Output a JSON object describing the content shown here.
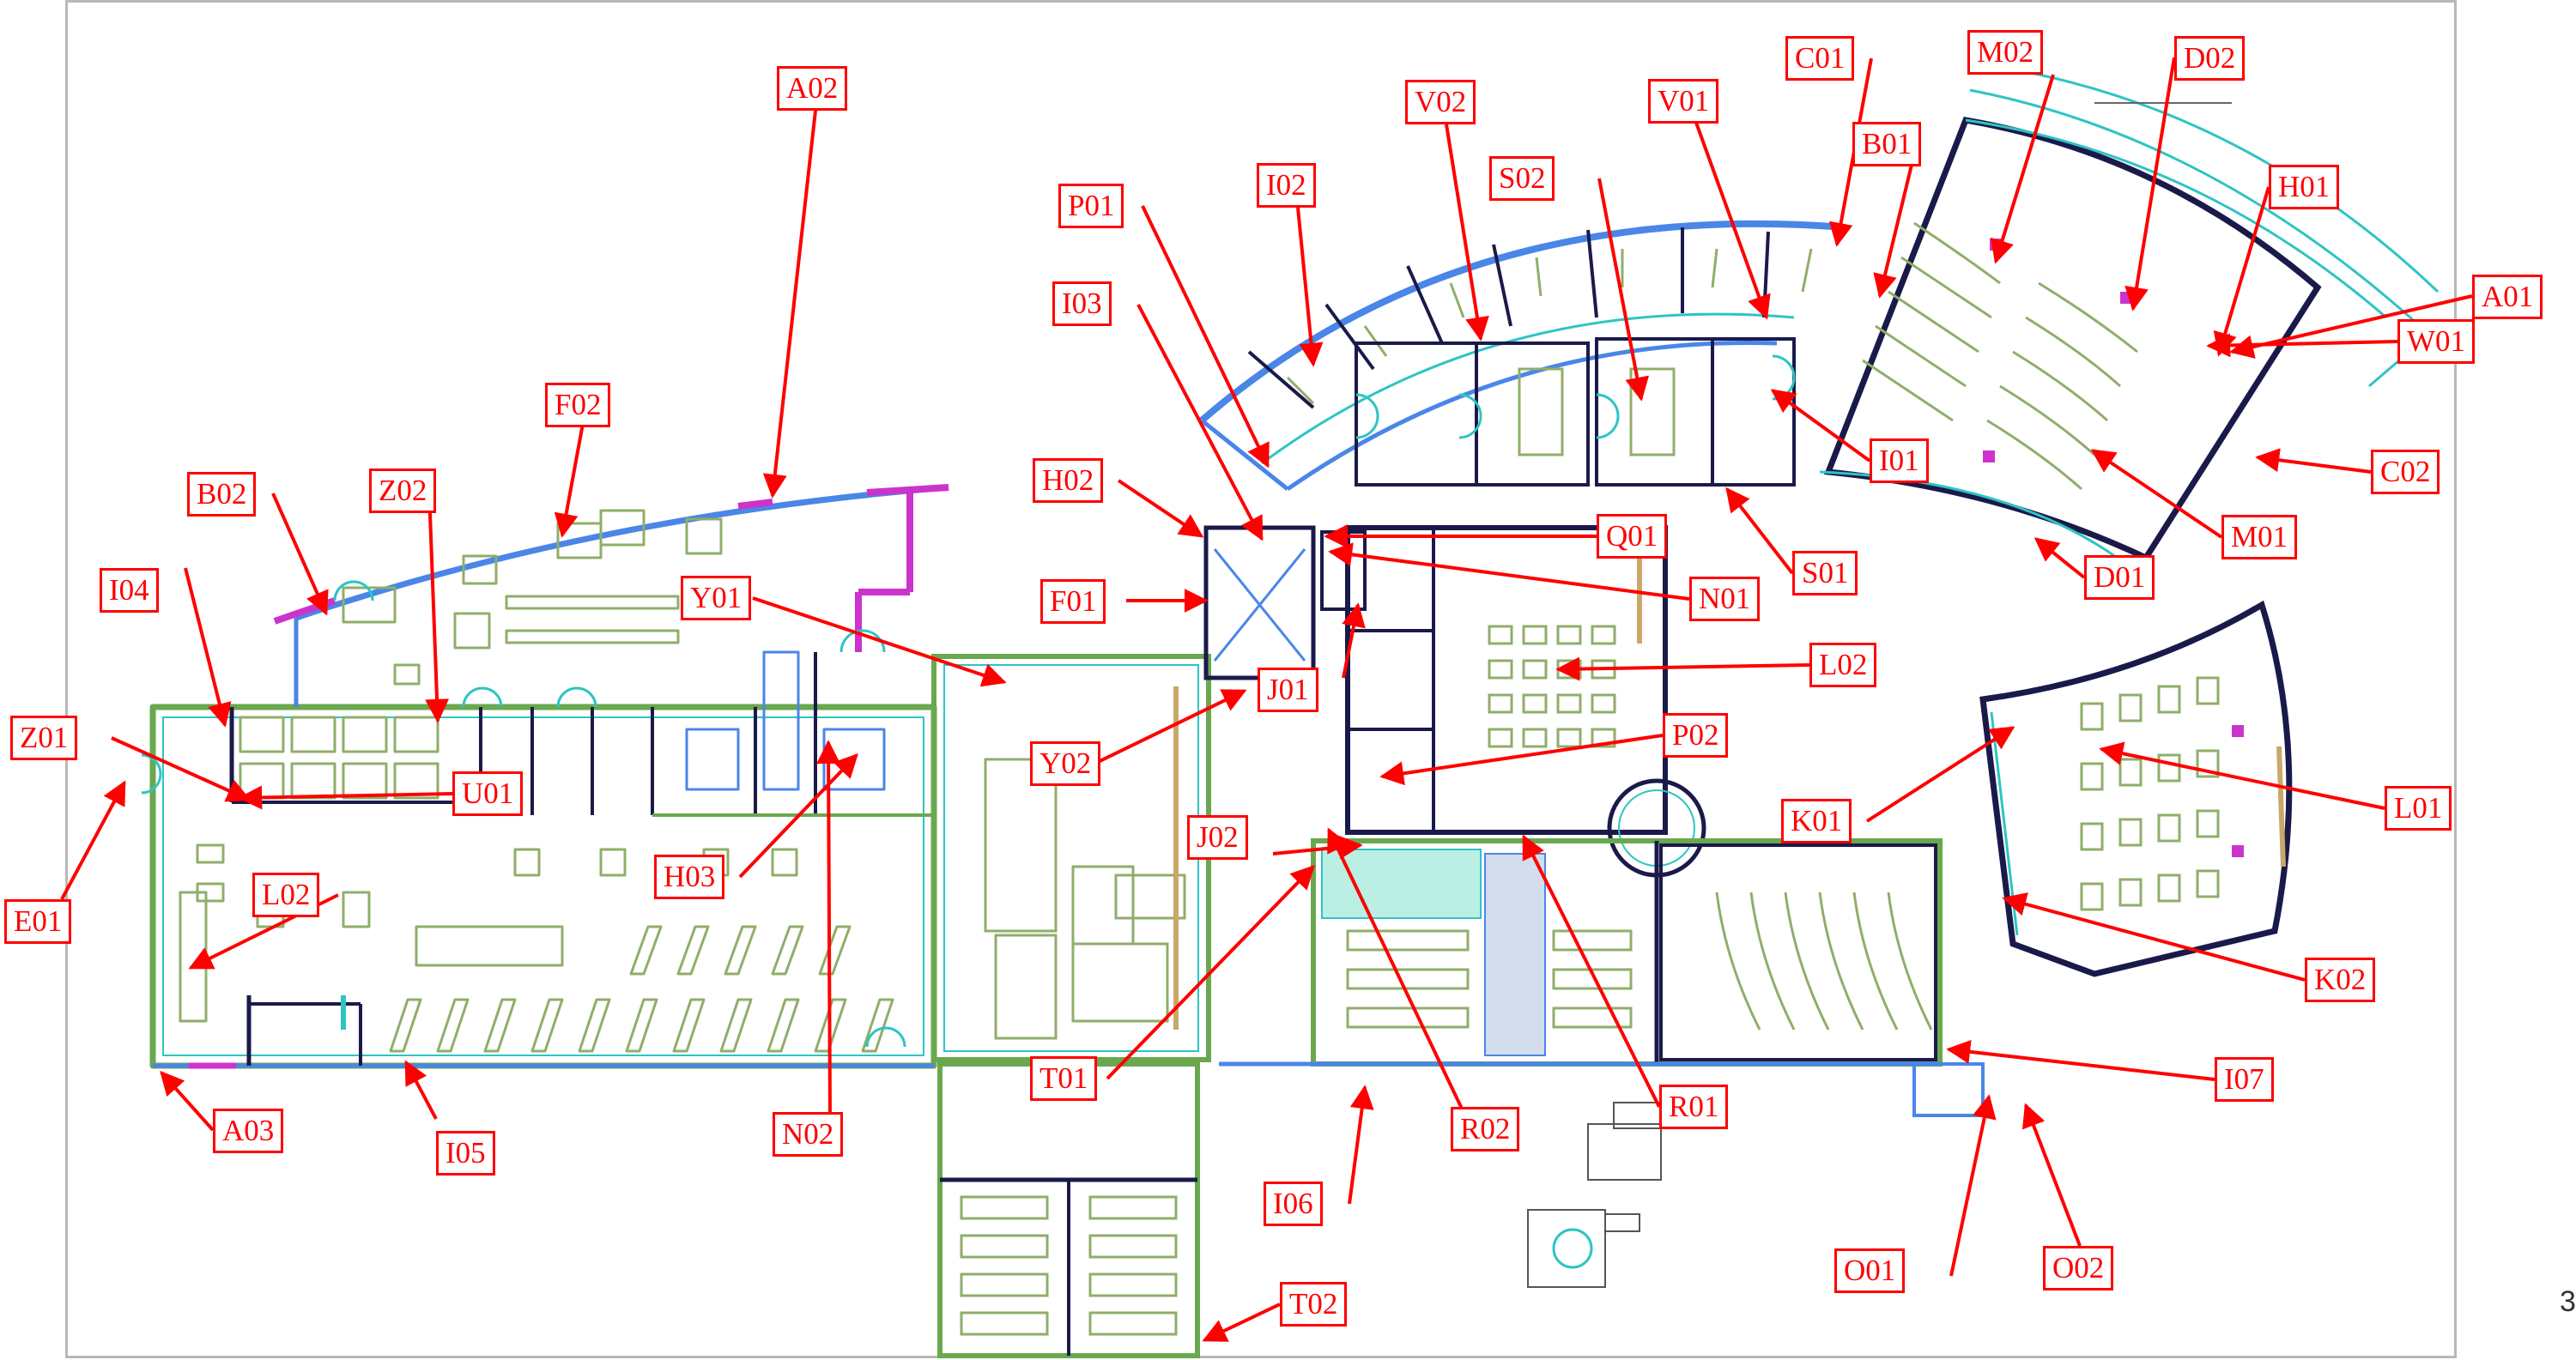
{
  "diagram": {
    "callouts": [
      "A01",
      "A02",
      "A03",
      "B01",
      "B02",
      "C01",
      "C02",
      "D01",
      "D02",
      "E01",
      "F01",
      "F02",
      "H01",
      "H02",
      "H03",
      "I01",
      "I02",
      "I03",
      "I04",
      "I05",
      "I06",
      "I07",
      "J01",
      "J02",
      "K01",
      "K02",
      "L01",
      "L02",
      "L02",
      "M01",
      "M02",
      "N01",
      "N02",
      "O01",
      "O02",
      "P01",
      "P02",
      "Q01",
      "R01",
      "R02",
      "S01",
      "S02",
      "T01",
      "T02",
      "U01",
      "V01",
      "V02",
      "W01",
      "Y01",
      "Y02",
      "Z01",
      "Z02"
    ],
    "edge_glyph": "3"
  },
  "colors": {
    "callout": "#ff0000",
    "wall_teal": "#2ec4c4",
    "wall_green": "#6aa84f",
    "wall_blue": "#4a86e8",
    "wall_magenta": "#cc33cc",
    "wall_dark": "#1a1a4a",
    "furniture": "#8fae6a"
  }
}
